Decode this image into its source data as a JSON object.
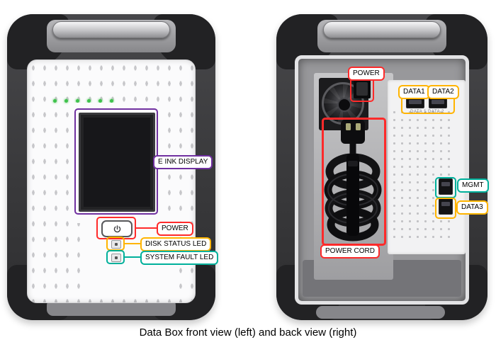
{
  "caption": "Data Box front view (left) and back view (right)",
  "colors": {
    "red": "#ff2a2a",
    "purple": "#7030a0",
    "orange": "#ffb400",
    "teal": "#00b09b",
    "green_led": "#3fc24c"
  },
  "front_view": {
    "labels": {
      "e_ink_display": "E INK DISPLAY",
      "power": "POWER",
      "disk_status_led": "DISK STATUS LED",
      "system_fault_led": "SYSTEM FAULT LED"
    }
  },
  "back_view": {
    "labels": {
      "power": "POWER",
      "data1": "DATA1",
      "data2": "DATA2",
      "mgmt": "MGMT",
      "data3": "DATA3",
      "power_cord": "POWER CORD"
    },
    "panel_text": {
      "data_ports": "DATA 1   DATA 2"
    }
  }
}
